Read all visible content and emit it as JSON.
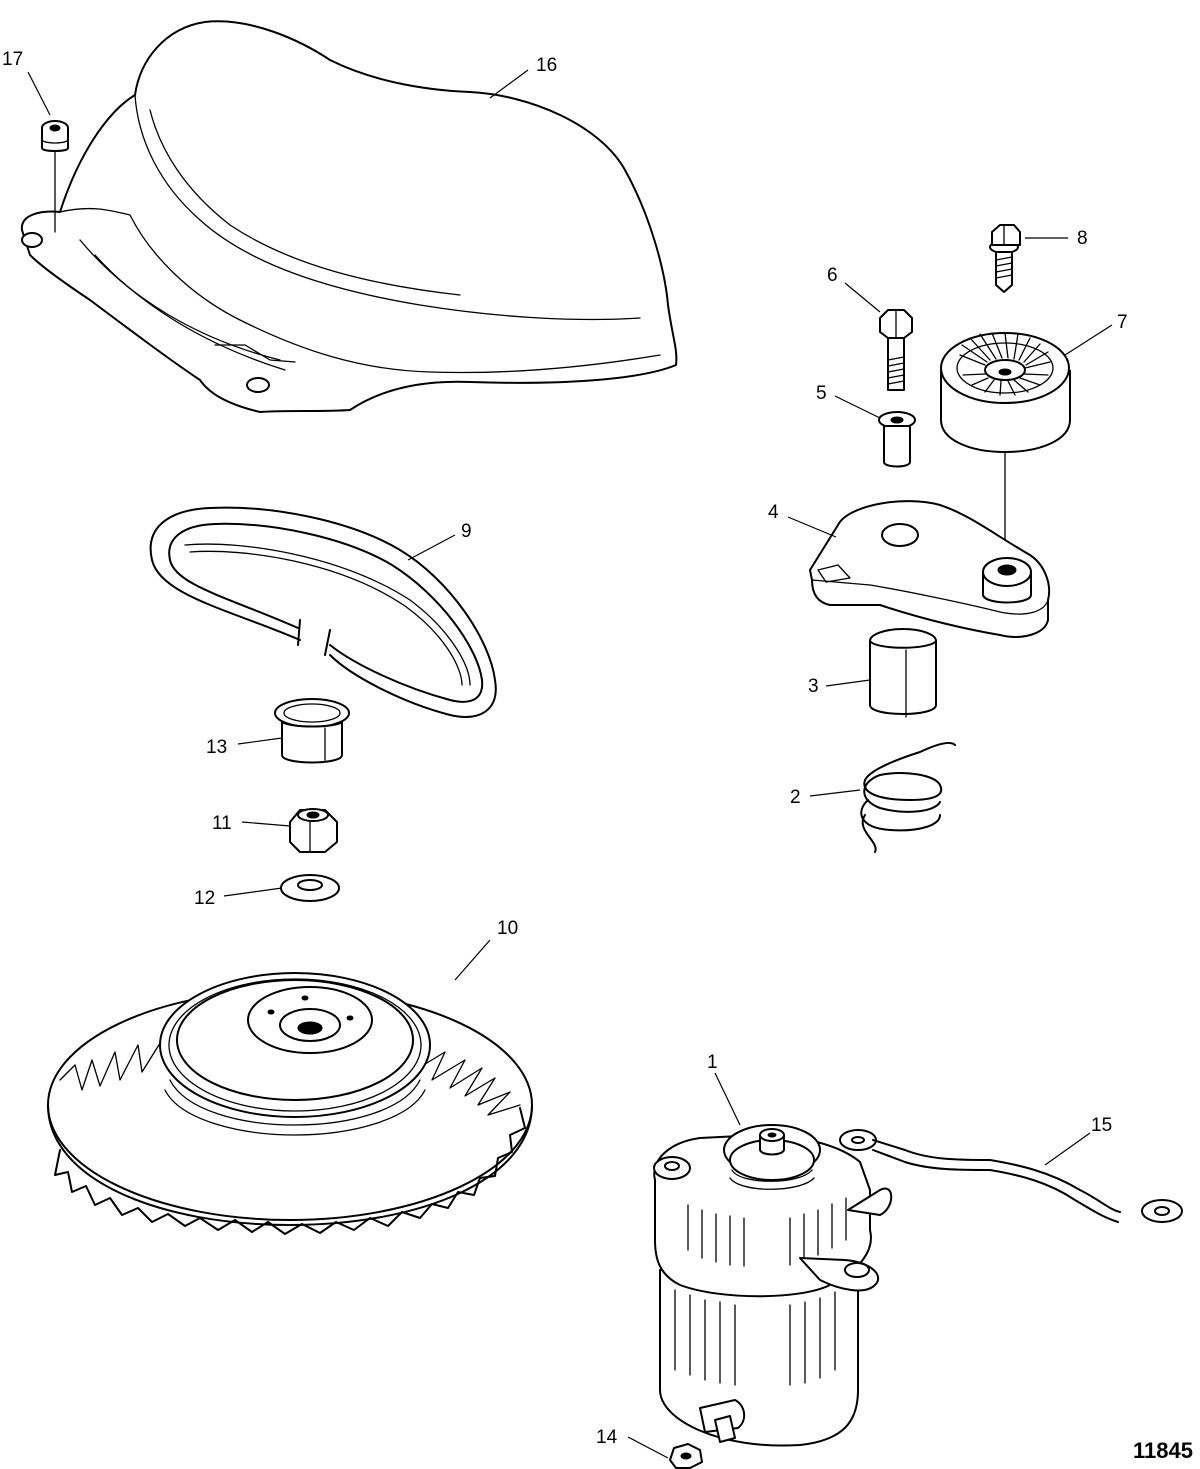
{
  "figure_number": "11845",
  "callouts": {
    "c1": "1",
    "c2": "2",
    "c3": "3",
    "c4": "4",
    "c5": "5",
    "c6": "6",
    "c7": "7",
    "c8": "8",
    "c9": "9",
    "c10": "10",
    "c11": "11",
    "c12": "12",
    "c13": "13",
    "c14": "14",
    "c15": "15",
    "c16": "16",
    "c17": "17"
  }
}
